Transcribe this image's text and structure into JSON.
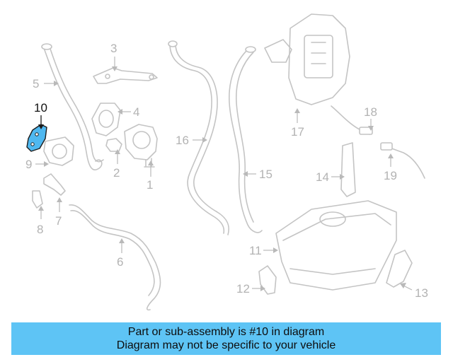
{
  "diagram": {
    "highlighted_part": "10",
    "highlight_color": "#4fb8f0",
    "callouts": [
      {
        "id": "c1",
        "label": "1"
      },
      {
        "id": "c2",
        "label": "2"
      },
      {
        "id": "c3",
        "label": "3"
      },
      {
        "id": "c4",
        "label": "4"
      },
      {
        "id": "c5",
        "label": "5"
      },
      {
        "id": "c6",
        "label": "6"
      },
      {
        "id": "c7",
        "label": "7"
      },
      {
        "id": "c8",
        "label": "8"
      },
      {
        "id": "c9",
        "label": "9"
      },
      {
        "id": "c10",
        "label": "10"
      },
      {
        "id": "c11",
        "label": "11"
      },
      {
        "id": "c12",
        "label": "12"
      },
      {
        "id": "c13",
        "label": "13"
      },
      {
        "id": "c14",
        "label": "14"
      },
      {
        "id": "c15",
        "label": "15"
      },
      {
        "id": "c16",
        "label": "16"
      },
      {
        "id": "c17",
        "label": "17"
      },
      {
        "id": "c18",
        "label": "18"
      },
      {
        "id": "c19",
        "label": "19"
      }
    ]
  },
  "banner": {
    "line1": "Part or sub-assembly is #10 in diagram",
    "line2": "Diagram may not be specific to your vehicle",
    "background": "#5ec4f5"
  }
}
